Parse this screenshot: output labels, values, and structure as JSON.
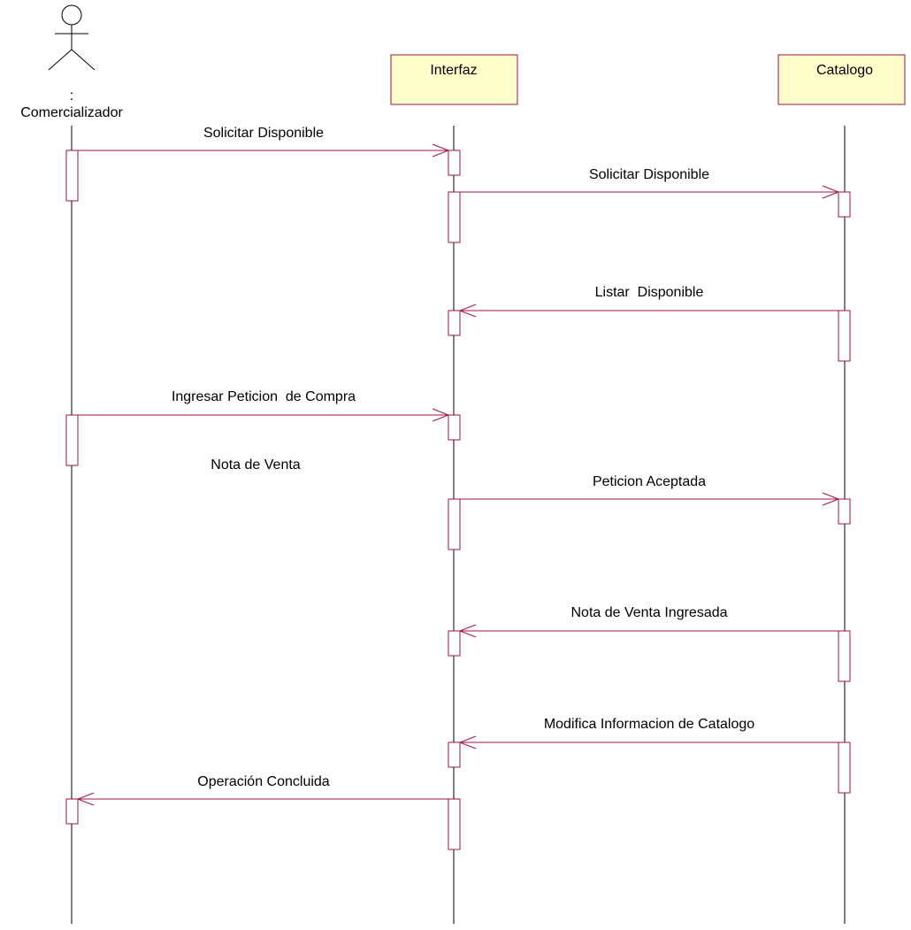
{
  "colors": {
    "line": "#000000",
    "accent": "#a0153e",
    "object_fill": "#ffffcc",
    "background": "#ffffff"
  },
  "actor": {
    "prefix": ":",
    "name": "Comercializador"
  },
  "objects": [
    {
      "id": "interfaz",
      "label": "Interfaz"
    },
    {
      "id": "catalogo",
      "label": "Catalogo"
    }
  ],
  "messages": [
    {
      "label": "Solicitar Disponible"
    },
    {
      "label": "Solicitar Disponible"
    },
    {
      "label": "Listar  Disponible"
    },
    {
      "label": "Ingresar Peticion  de Compra"
    },
    {
      "label": "Peticion Aceptada"
    },
    {
      "label": "Nota de Venta Ingresada"
    },
    {
      "label": "Modifica Informacion de Catalogo"
    },
    {
      "label": "Operación Concluida"
    }
  ],
  "notes": [
    {
      "label": "Nota de Venta"
    }
  ]
}
